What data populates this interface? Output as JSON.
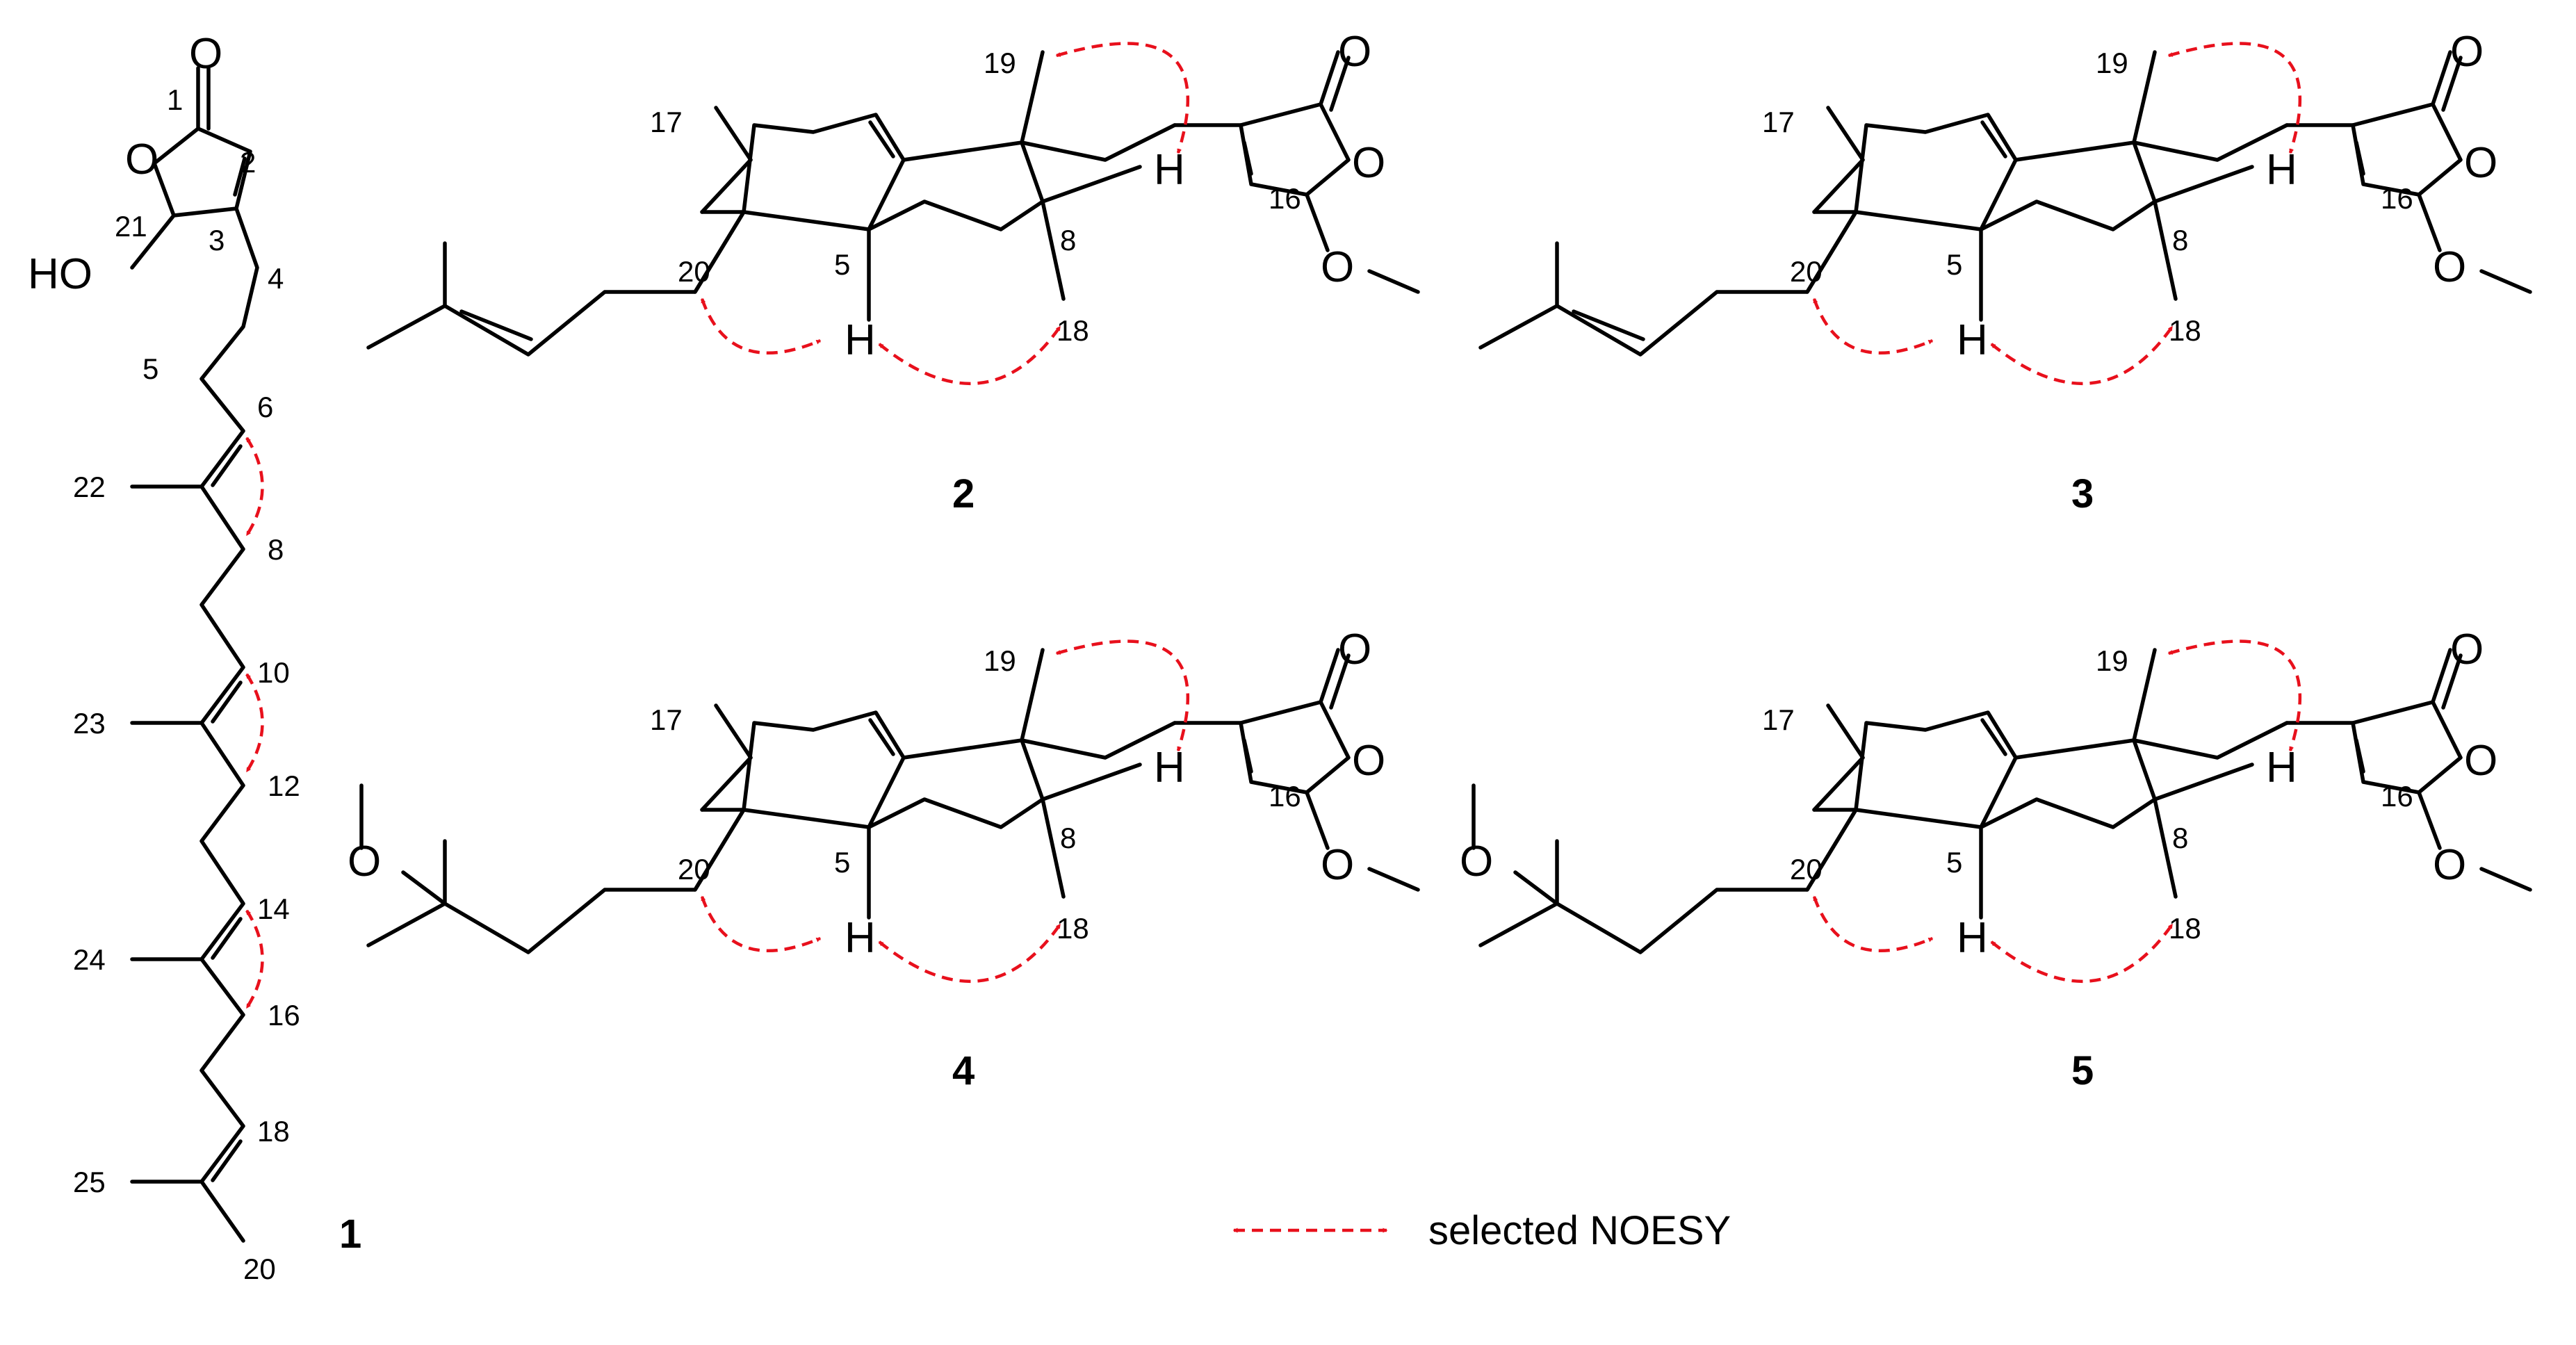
{
  "atoms": {
    "O": "O",
    "H": "H",
    "HO": "HO"
  },
  "compound1": {
    "label": "1",
    "locants": [
      "1",
      "2",
      "3",
      "21",
      "4",
      "5",
      "6",
      "22",
      "8",
      "10",
      "23",
      "12",
      "14",
      "24",
      "16",
      "18",
      "25",
      "20"
    ]
  },
  "compounds": [
    {
      "label": "2",
      "locants": {
        "c17": "17",
        "c19": "19",
        "c20": "20",
        "c5": "5",
        "c8": "8",
        "c18": "18",
        "c16": "16"
      }
    },
    {
      "label": "3",
      "locants": {
        "c17": "17",
        "c19": "19",
        "c20": "20",
        "c5": "5",
        "c8": "8",
        "c18": "18",
        "c16": "16"
      }
    },
    {
      "label": "4",
      "locants": {
        "c17": "17",
        "c19": "19",
        "c20": "20",
        "c5": "5",
        "c8": "8",
        "c18": "18",
        "c16": "16"
      }
    },
    {
      "label": "5",
      "locants": {
        "c17": "17",
        "c19": "19",
        "c20": "20",
        "c5": "5",
        "c8": "8",
        "c18": "18",
        "c16": "16"
      }
    }
  ],
  "legend": {
    "text": "selected NOESY"
  },
  "colors": {
    "noesy": "#e8101c",
    "bond": "#000000"
  }
}
